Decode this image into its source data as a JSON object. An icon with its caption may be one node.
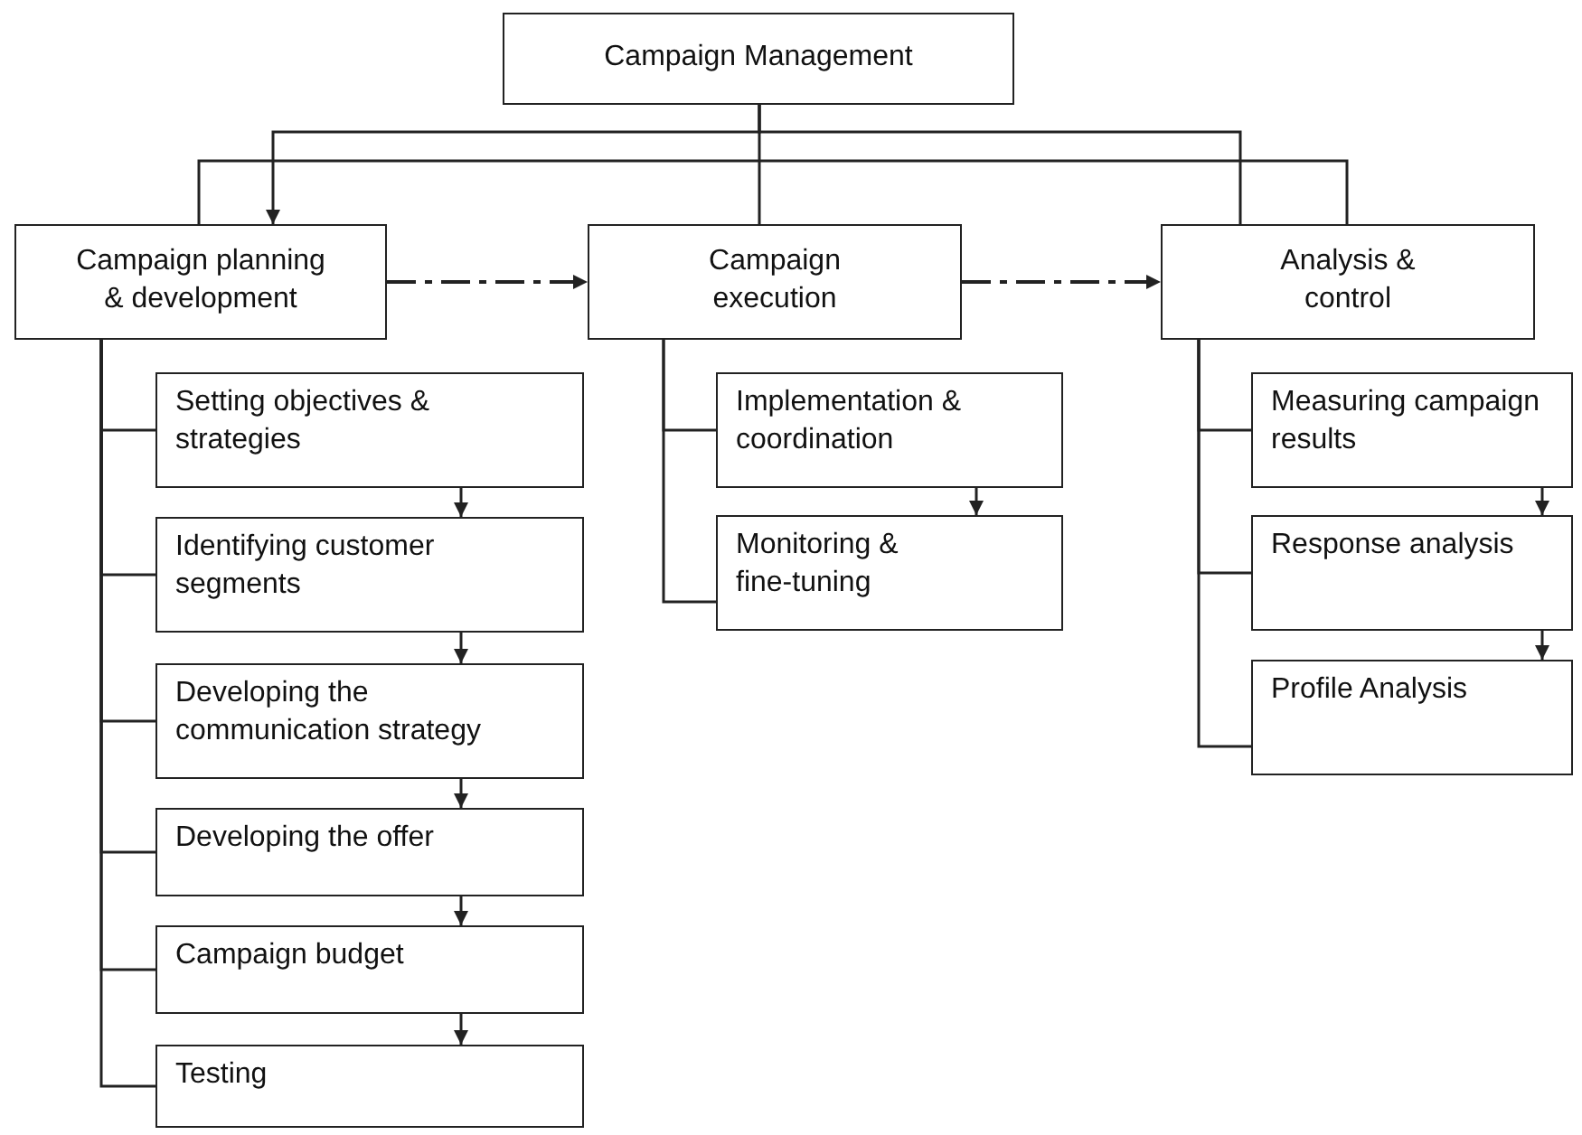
{
  "diagram": {
    "nodes": [
      {
        "text": [
          "Campaign Management"
        ]
      },
      {
        "text": [
          "Campaign planning & development"
        ]
      },
      {
        "text": [
          "Campaign execution"
        ]
      },
      {
        "text": [
          "Analysis & control"
        ]
      },
      {
        "text": [
          "Setting objectives & strategies"
        ]
      },
      {
        "text": [
          "Identifying customer segments"
        ]
      },
      {
        "text": [
          "Developing the communication strategy"
        ]
      },
      {
        "text": [
          "Developing the offer"
        ]
      },
      {
        "text": [
          "Campaign budget"
        ]
      },
      {
        "text": [
          "Testing"
        ]
      },
      {
        "text": [
          "Implementation & coordination"
        ]
      },
      {
        "text": [
          "Monitoring & fine-tuning"
        ]
      },
      {
        "text": [
          "Measuring campaign results"
        ]
      },
      {
        "text": [
          "Response analysis"
        ]
      },
      {
        "text": [
          "Profile Analysis"
        ]
      }
    ],
    "edges": [
      {
        "from": 0,
        "to": 1,
        "arrow": "to"
      },
      {
        "from": 0,
        "to": 2,
        "arrow": "none"
      },
      {
        "from": 0,
        "to": 3,
        "arrow": "none"
      },
      {
        "from": 1,
        "to": 3,
        "arrow": "none"
      },
      {
        "from": 1,
        "to": 2,
        "arrow": "to",
        "style": "dashed"
      },
      {
        "from": 2,
        "to": 3,
        "arrow": "to",
        "style": "dashed"
      },
      {
        "from": 1,
        "to": 4,
        "arrow": "none"
      },
      {
        "from": 1,
        "to": 5,
        "arrow": "none"
      },
      {
        "from": 1,
        "to": 6,
        "arrow": "none"
      },
      {
        "from": 1,
        "to": 7,
        "arrow": "none"
      },
      {
        "from": 1,
        "to": 8,
        "arrow": "none"
      },
      {
        "from": 1,
        "to": 9,
        "arrow": "none"
      },
      {
        "from": 4,
        "to": 5,
        "arrow": "to"
      },
      {
        "from": 5,
        "to": 6,
        "arrow": "to"
      },
      {
        "from": 6,
        "to": 7,
        "arrow": "to"
      },
      {
        "from": 7,
        "to": 8,
        "arrow": "to"
      },
      {
        "from": 8,
        "to": 9,
        "arrow": "to"
      },
      {
        "from": 2,
        "to": 10,
        "arrow": "none"
      },
      {
        "from": 2,
        "to": 11,
        "arrow": "none"
      },
      {
        "from": 10,
        "to": 11,
        "arrow": "to"
      },
      {
        "from": 3,
        "to": 12,
        "arrow": "none"
      },
      {
        "from": 3,
        "to": 13,
        "arrow": "none"
      },
      {
        "from": 3,
        "to": 14,
        "arrow": "none"
      },
      {
        "from": 12,
        "to": 13,
        "arrow": "to"
      },
      {
        "from": 13,
        "to": 14,
        "arrow": "to"
      }
    ]
  }
}
